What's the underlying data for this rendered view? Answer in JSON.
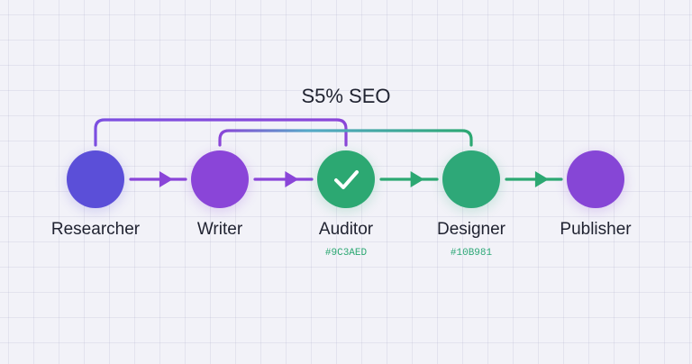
{
  "title": "S5% SEO",
  "colors": {
    "researcher": "#5b4fd8",
    "writer": "#8a45d8",
    "auditor": "#2ca872",
    "designer": "#2ea878",
    "publisher": "#8646d6",
    "purple_connector": "#8a45d8",
    "green_connector": "#2ca872",
    "checkmark": "#ffffff"
  },
  "nodes": [
    {
      "id": "researcher",
      "label": "Researcher",
      "icon": null,
      "hex": ""
    },
    {
      "id": "writer",
      "label": "Writer",
      "icon": null,
      "hex": ""
    },
    {
      "id": "auditor",
      "label": "Auditor",
      "icon": "check-icon",
      "hex": "#9C3AED"
    },
    {
      "id": "designer",
      "label": "Designer",
      "icon": null,
      "hex": "#10B981"
    },
    {
      "id": "publisher",
      "label": "Publisher",
      "icon": null,
      "hex": ""
    }
  ],
  "arrows": [
    {
      "from": "researcher",
      "to": "writer"
    },
    {
      "from": "writer",
      "to": "auditor"
    },
    {
      "from": "auditor",
      "to": "designer"
    },
    {
      "from": "designer",
      "to": "publisher"
    }
  ],
  "brackets": [
    {
      "from": "researcher",
      "to": "auditor"
    },
    {
      "from": "writer",
      "to": "designer"
    }
  ]
}
